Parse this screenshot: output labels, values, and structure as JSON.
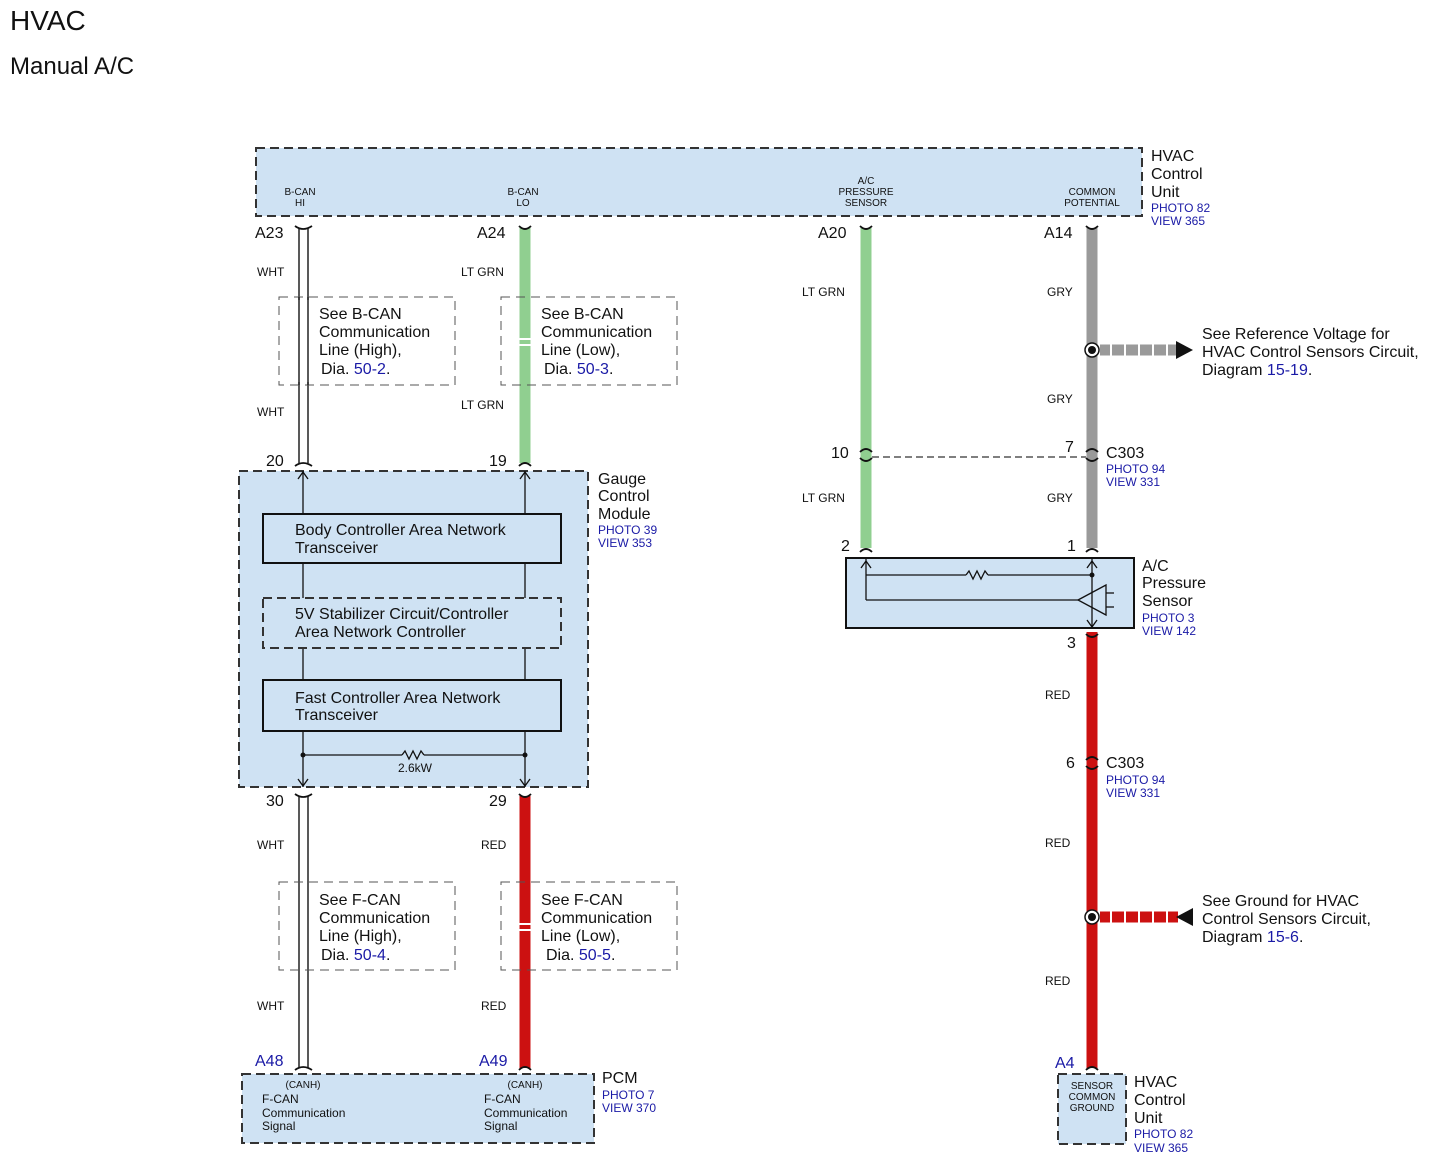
{
  "header": {
    "title": "HVAC",
    "subtitle": "Manual A/C"
  },
  "components": {
    "hvac_top": {
      "name": [
        "HVAC",
        "Control",
        "Unit"
      ],
      "photo": "PHOTO 82",
      "view": "VIEW 365",
      "terminals": {
        "bcan_hi": [
          "B-CAN",
          "HI"
        ],
        "bcan_lo": [
          "B-CAN",
          "LO"
        ],
        "ac_pressure": [
          "A/C",
          "PRESSURE",
          "SENSOR"
        ],
        "common": [
          "COMMON",
          "POTENTIAL"
        ]
      }
    },
    "gauge": {
      "name": [
        "Gauge",
        "Control",
        "Module"
      ],
      "photo": "PHOTO 39",
      "view": "VIEW 353",
      "block1": [
        "Body Controller Area Network",
        "Transceiver"
      ],
      "block2": [
        "5V Stabilizer Circuit/Controller",
        "Area Network Controller"
      ],
      "block3": [
        "Fast Controller Area Network",
        "Transceiver"
      ],
      "resistor": "2.6kW"
    },
    "ac_sensor": {
      "name": [
        "A/C",
        "Pressure",
        "Sensor"
      ],
      "photo": "PHOTO 3",
      "view": "VIEW 142"
    },
    "pcm": {
      "name": "PCM",
      "photo": "PHOTO 7",
      "view": "VIEW 370",
      "sig_tag": "(CANH)",
      "sig": [
        "F-CAN",
        "Communication",
        "Signal"
      ]
    },
    "hvac_bottom": {
      "name": [
        "HVAC",
        "Control",
        "Unit"
      ],
      "photo": "PHOTO 82",
      "view": "VIEW 365",
      "terminal": [
        "SENSOR",
        "COMMON",
        "GROUND"
      ]
    }
  },
  "pins": {
    "a23": "A23",
    "a24": "A24",
    "a20": "A20",
    "a14": "A14",
    "g20": "20",
    "g19": "19",
    "g30": "30",
    "g29": "29",
    "c10": "10",
    "c7": "7",
    "s2": "2",
    "s1": "1",
    "s3": "3",
    "c6": "6",
    "a48": "A48",
    "a49": "A49",
    "a4": "A4"
  },
  "wire_colors": {
    "wht": "WHT",
    "ltgrn": "LT GRN",
    "gry": "GRY",
    "red": "RED"
  },
  "connectors": {
    "c303_upper": {
      "name": "C303",
      "photo": "PHOTO 94",
      "view": "VIEW 331"
    },
    "c303_lower": {
      "name": "C303",
      "photo": "PHOTO 94",
      "view": "VIEW 331"
    }
  },
  "notes": {
    "bcan_high": {
      "l1": "See B-CAN",
      "l2": "Communication",
      "l3": "Line (High),",
      "pre": "Dia.",
      "ref": "50-2",
      "post": "."
    },
    "bcan_low": {
      "l1": "See B-CAN",
      "l2": "Communication",
      "l3": "Line (Low),",
      "pre": "Dia.",
      "ref": "50-3",
      "post": "."
    },
    "fcan_high": {
      "l1": "See F-CAN",
      "l2": "Communication",
      "l3": "Line (High),",
      "pre": "Dia.",
      "ref": "50-4",
      "post": "."
    },
    "fcan_low": {
      "l1": "See F-CAN",
      "l2": "Communication",
      "l3": "Line (Low),",
      "pre": "Dia.",
      "ref": "50-5",
      "post": "."
    },
    "ref_voltage": {
      "l1": "See Reference Voltage for",
      "l2": "HVAC Control Sensors Circuit,",
      "pre": "Diagram",
      "ref": "15-19",
      "post": "."
    },
    "ground": {
      "l1": "See Ground for HVAC",
      "l2": "Control Sensors Circuit,",
      "pre": "Diagram",
      "ref": "15-6",
      "post": "."
    }
  },
  "colors": {
    "box_fill": "#cfe2f3",
    "wire_ltgrn": "#90cf90",
    "wire_gry": "#9a9a9a",
    "wire_red": "#cc1111",
    "link_blue": "#1a1aa6"
  }
}
